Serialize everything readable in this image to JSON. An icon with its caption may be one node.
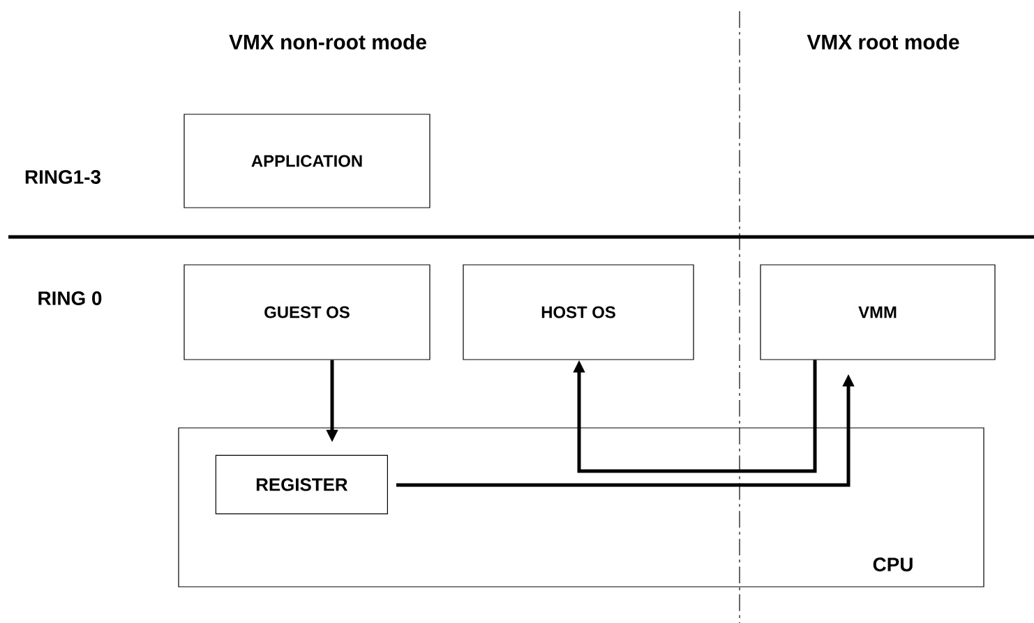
{
  "diagram": {
    "nodes": [
      {
        "text": [
          "APPLICATION"
        ]
      },
      {
        "text": [
          "GUEST OS"
        ]
      },
      {
        "text": [
          "HOST OS"
        ]
      },
      {
        "text": [
          "VMM"
        ]
      },
      {
        "text": [
          "CPU"
        ]
      },
      {
        "text": [
          "REGISTER"
        ],
        "in": 4
      }
    ],
    "edges": [
      {
        "from": 1,
        "to": 5,
        "arrow": "to"
      },
      {
        "from": 3,
        "to": 2,
        "arrow": "to"
      },
      {
        "from": 5,
        "to": 3,
        "arrow": "to"
      }
    ],
    "labels": [
      "VMX non-root mode",
      "VMX root mode",
      "RING1-3",
      "RING 0"
    ]
  }
}
